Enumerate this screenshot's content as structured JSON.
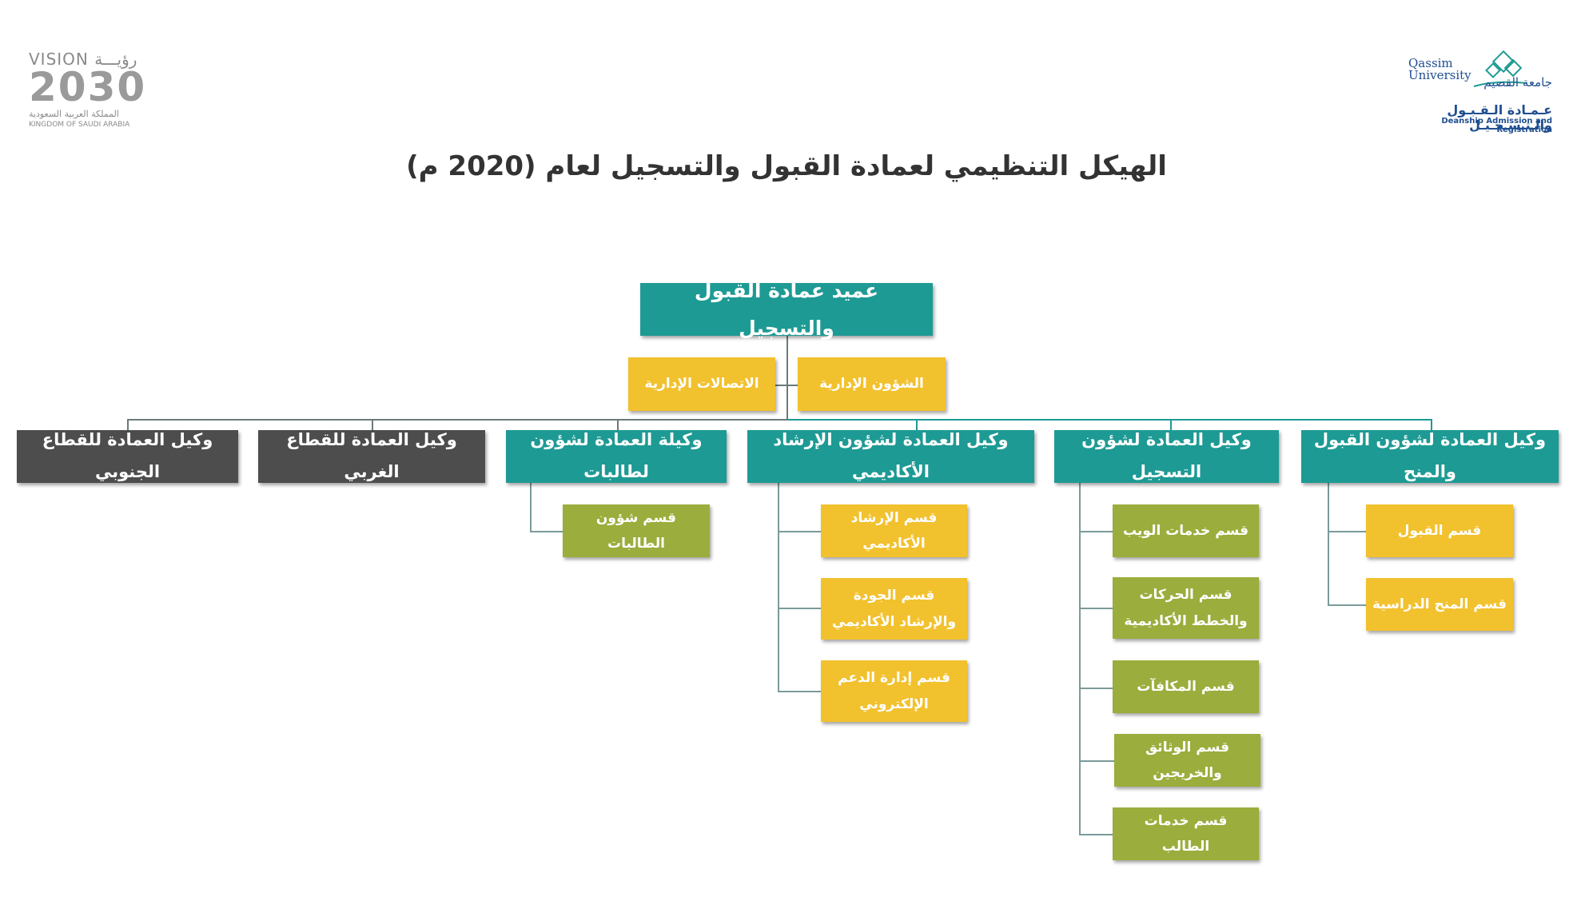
{
  "logos": {
    "vision": {
      "top_text": "VISION رؤيـــة",
      "number": "2030",
      "arabic": "المملكة العربية السعودية",
      "english": "KINGDOM OF SAUDI ARABIA"
    },
    "qassim": {
      "english": "Qassim University",
      "arabic_name": "جامعة القصيم",
      "deanship_ar": "عـمـادة الـقـبـول والـتـسـجـيـل",
      "deanship_en": "Deanship Admission and Registration"
    }
  },
  "title": "الهيكل التنظيمي لعمادة القبول والتسجيل لعام (2020 م)",
  "dean": "عميد عمادة القبول والتسجيل",
  "admin_units": [
    "الشؤون الإدارية",
    "الاتصالات الإدارية"
  ],
  "vice_deans": [
    "وكيل العمادة لشؤون القبول والمنح",
    "وكيل العمادة لشؤون التسجيل",
    "وكيل العمادة لشؤون الإرشاد الأكاديمي",
    "وكيلة العمادة لشؤون لطالبات",
    "وكيل العمادة للقطاع الغربي",
    "وكيل العمادة للقطاع الجنوبي"
  ],
  "departments": {
    "admission": [
      "قسم القبول",
      "قسم المنح الدراسية"
    ],
    "registration": [
      "قسم خدمات الويب",
      "قسم الحركات والخطط الأكاديمية",
      "قسم المكافآت",
      "قسم الوثائق والخريجين",
      "قسم خدمات الطالب"
    ],
    "guidance": [
      "قسم الإرشاد الأكاديمي",
      "قسم الجودة والإرشاد الأكاديمي",
      "قسم إدارة الدعم الإلكتروني"
    ],
    "female": [
      "قسم شؤون الطالبات"
    ]
  },
  "colors": {
    "teal": "#1e9a94",
    "dark": "#4d4d4d",
    "yellow": "#f2c12e",
    "green": "#9bad3c"
  }
}
